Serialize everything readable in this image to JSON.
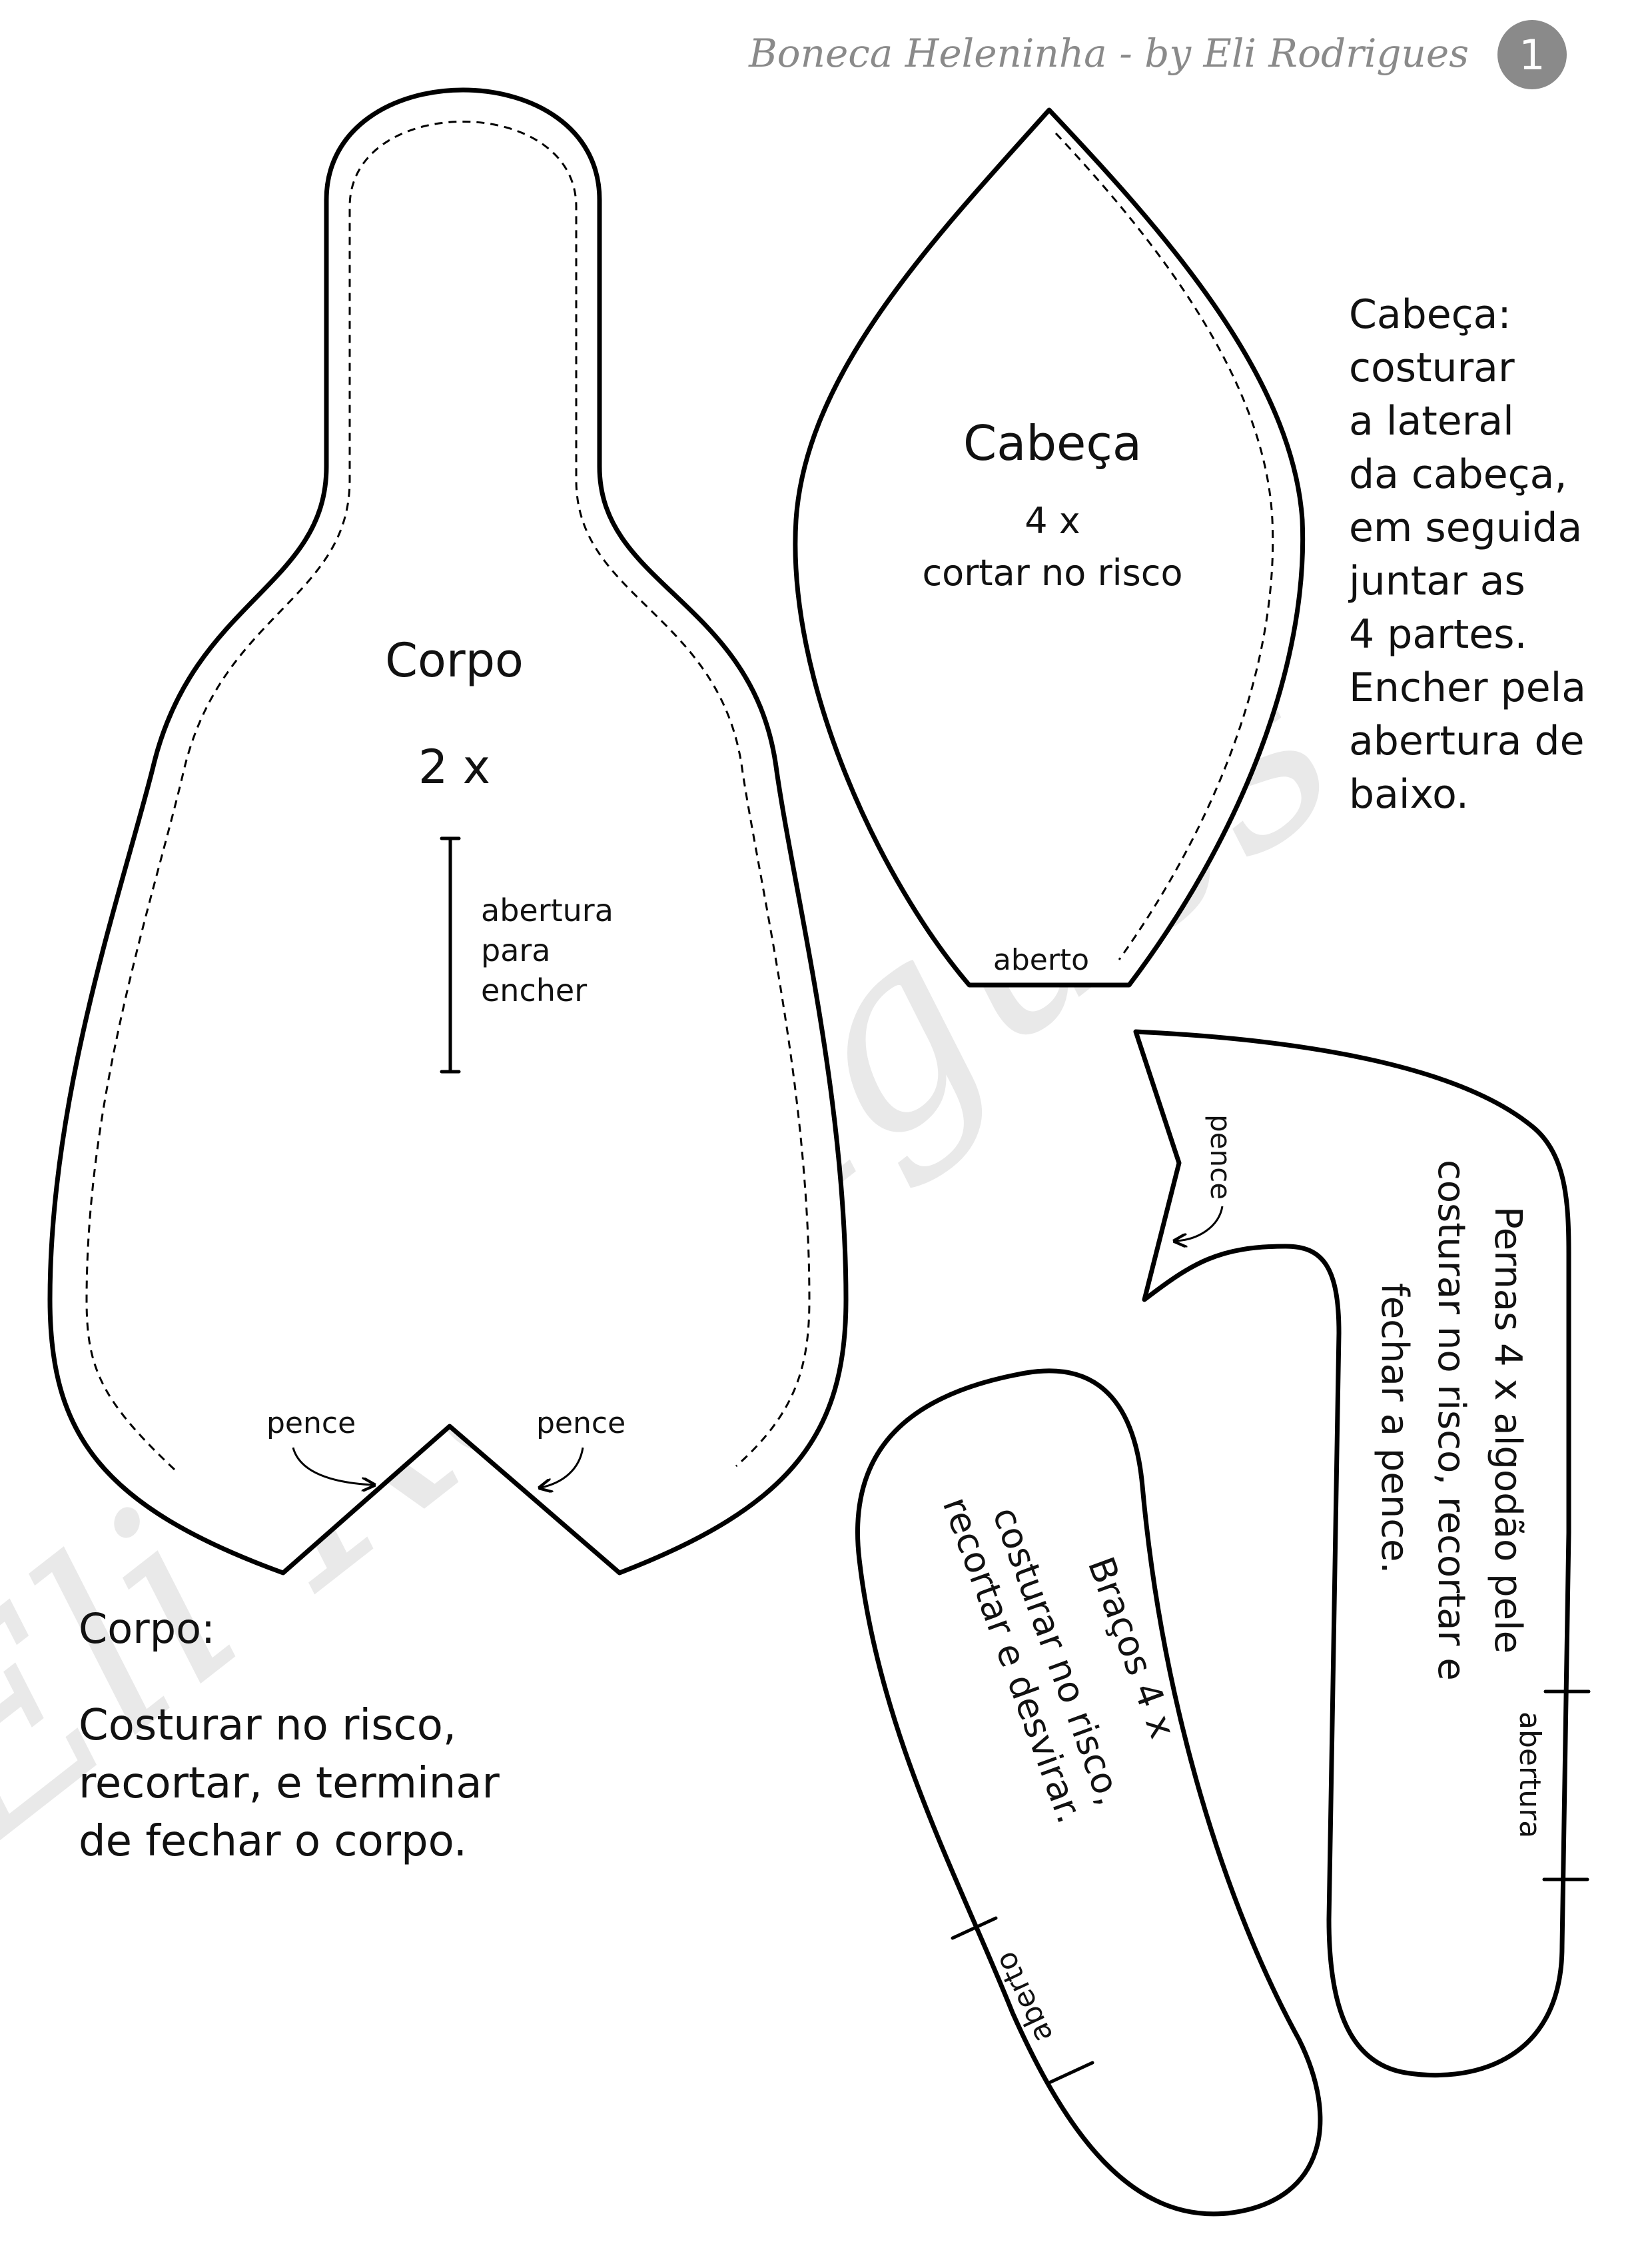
{
  "header": {
    "title": "Boneca Heleninha  - by Eli Rodrigues",
    "page_number": "1",
    "badge_color": "#8a8a8a"
  },
  "watermark": "Eli Rodrigues",
  "corpo_piece": {
    "title": "Corpo",
    "count": "2 x",
    "opening_label_lines": [
      "abertura",
      "para",
      "encher"
    ],
    "dart_left": "pence",
    "dart_right": "pence"
  },
  "cabeca_piece": {
    "title": "Cabeça",
    "count": "4 x",
    "subtitle": "cortar no risco",
    "opening_label": "aberto"
  },
  "cabeca_instructions": [
    "Cabeça:",
    "costurar",
    "a lateral",
    "da cabeça,",
    "em seguida",
    "juntar as",
    "4 partes.",
    "Encher pela",
    "abertura de",
    "baixo."
  ],
  "pernas_piece": {
    "dart_label": "pence",
    "instruction_lines": [
      "Pernas 4 x algodão pele",
      "costurar no risco, recortar e",
      "fechar  a pence."
    ],
    "opening_label": "abertura"
  },
  "bracos_piece": {
    "instruction_lines": [
      "Braços 4 x",
      "costurar no risco,",
      "recortar e desvirar."
    ],
    "opening_label": "aberto"
  },
  "corpo_instructions": {
    "heading": "Corpo:",
    "lines": [
      "Costurar no risco,",
      "recortar, e terminar",
      "de fechar o corpo."
    ]
  }
}
